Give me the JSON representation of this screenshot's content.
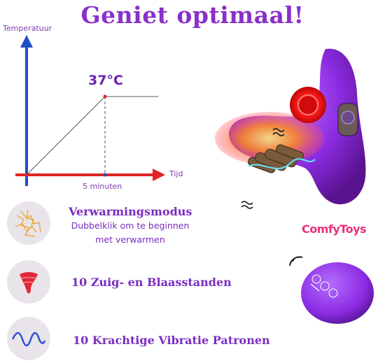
{
  "title": "Geniet optimaal!",
  "graph": {
    "y_label": "Temperatuur",
    "x_label": "Tijd",
    "temperature": "37°C",
    "time": "5 minuten"
  },
  "features": [
    {
      "icon": "warming-icon",
      "title": "Verwarmingsmodus",
      "subtitle_line1": "Dubbelklik om te beginnen",
      "subtitle_line2": "met verwarmen"
    },
    {
      "icon": "suction-icon",
      "title": "10 Zuig- en Blaasstanden"
    },
    {
      "icon": "vibration-wave-icon",
      "title": "10 Krachtige Vibratie Patronen"
    }
  ],
  "brand": "ComfyToys",
  "colors": {
    "title": "#8a2fc9",
    "product": "#8b2be2",
    "axis_y": "#1f4fc4",
    "axis_x": "#e02424",
    "brand": "#e8317a"
  }
}
